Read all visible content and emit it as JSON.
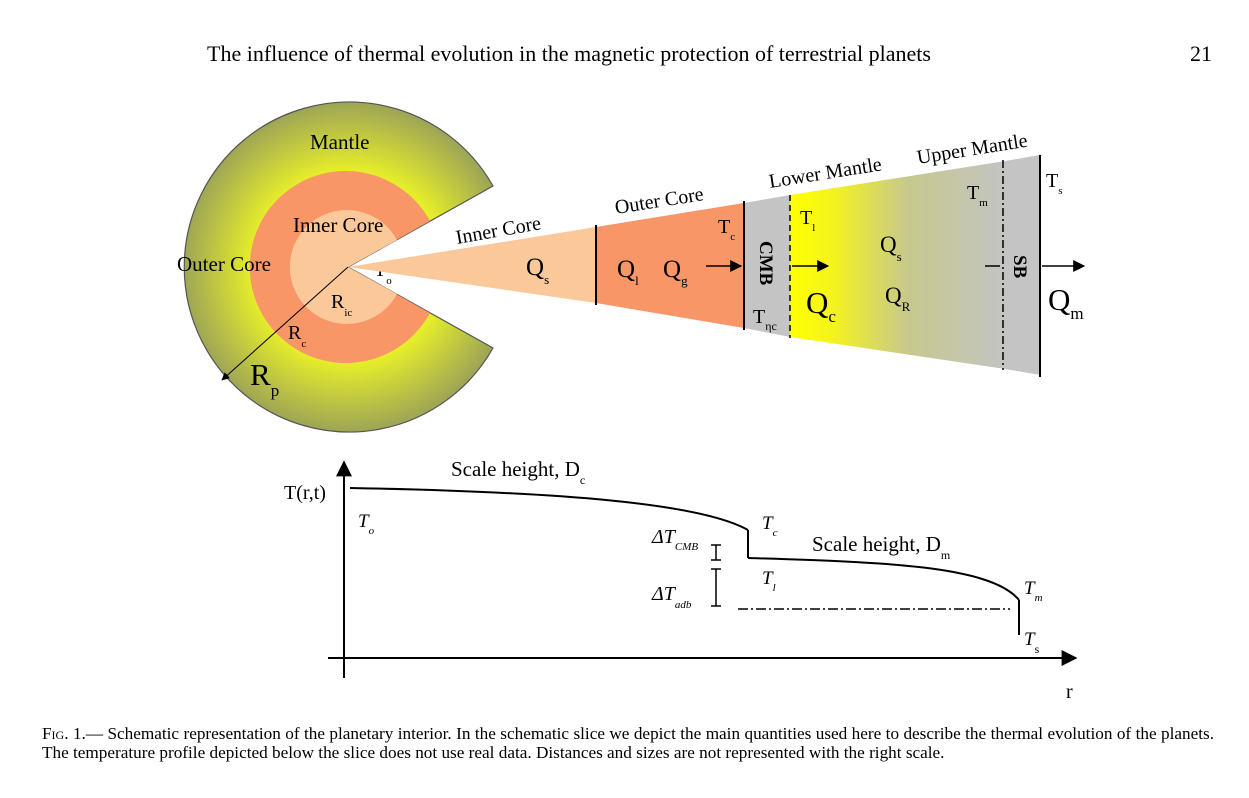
{
  "header": {
    "title": "The influence of thermal evolution in the magnetic protection of terrestrial planets",
    "page_number": "21"
  },
  "figure": {
    "planet": {
      "mantle": "Mantle",
      "outer_core": "Outer Core",
      "inner_core": "Inner Core",
      "center_temp": {
        "main": "T",
        "sub": "o"
      },
      "inner_radius": {
        "main": "R",
        "sub": "ic"
      },
      "core_radius": {
        "main": "R",
        "sub": "c"
      },
      "planet_radius": {
        "main": "R",
        "sub": "p"
      }
    },
    "slice": {
      "inner_core": "Inner Core",
      "outer_core": "Outer Core",
      "lower_mantle": "Lower Mantle",
      "upper_mantle": "Upper Mantle",
      "cmb": "CMB",
      "sb": "SB",
      "q_s_core": {
        "main": "Q",
        "sub": "s"
      },
      "q_l": {
        "main": "Q",
        "sub": "l"
      },
      "q_g": {
        "main": "Q",
        "sub": "g"
      },
      "t_c": {
        "main": "T",
        "sub": "c"
      },
      "t_etac": {
        "main": "T",
        "sub": "ηc"
      },
      "t_l": {
        "main": "T",
        "sub": "l"
      },
      "q_c": {
        "main": "Q",
        "sub": "c"
      },
      "q_s_mantle": {
        "main": "Q",
        "sub": "s"
      },
      "q_r": {
        "main": "Q",
        "sub": "R"
      },
      "t_m": {
        "main": "T",
        "sub": "m"
      },
      "t_s": {
        "main": "T",
        "sub": "s"
      },
      "q_m": {
        "main": "Q",
        "sub": "m"
      }
    },
    "profile": {
      "y_axis_label": "T(r,t)",
      "x_axis_label": "r",
      "scale_core": {
        "main": "Scale height, D",
        "sub": "c"
      },
      "scale_mantle": {
        "main": "Scale height, D",
        "sub": "m"
      },
      "t_o": {
        "main": "T",
        "sub": "o"
      },
      "t_c": {
        "main": "T",
        "sub": "c"
      },
      "t_l": {
        "main": "T",
        "sub": "l"
      },
      "t_m": {
        "main": "T",
        "sub": "m"
      },
      "t_s": {
        "main": "T",
        "sub": "s"
      },
      "dt_cmb": {
        "main": "ΔT",
        "sub": "CMB"
      },
      "dt_adb": {
        "main": "ΔT",
        "sub": "adb"
      }
    }
  },
  "caption": {
    "label": "Fig. 1.",
    "text": "— Schematic representation of the planetary interior. In the schematic slice we depict the main quantities used here to describe the thermal evolution of the planets. The temperature profile depicted below the slice does not use real data. Distances and sizes are not represented with the right scale."
  }
}
